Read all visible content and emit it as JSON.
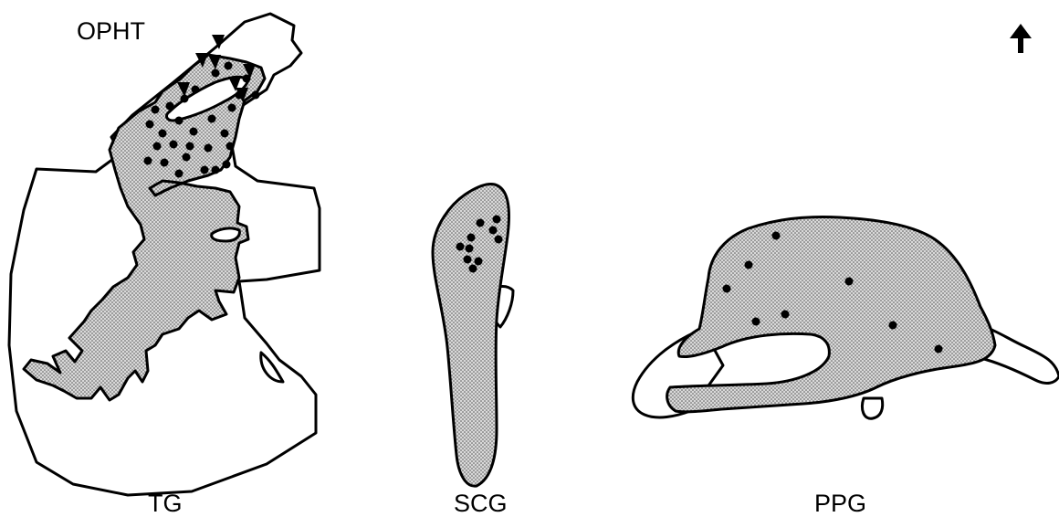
{
  "labels": {
    "ophthalmic": "OPHT",
    "trigeminal": "TG",
    "superior_cervical": "SCG",
    "pterygopalatine": "PPG"
  },
  "orientation_icon": "up-arrow-icon",
  "colors": {
    "ink": "#000000",
    "stipple_background": "#d9d9d9",
    "paper": "#ffffff"
  },
  "panels": [
    {
      "id": "TG",
      "labeled_cells": 28,
      "arrowheads": 7
    },
    {
      "id": "SCG",
      "labeled_cells": 10
    },
    {
      "id": "PPG",
      "labeled_cells": 8
    }
  ]
}
